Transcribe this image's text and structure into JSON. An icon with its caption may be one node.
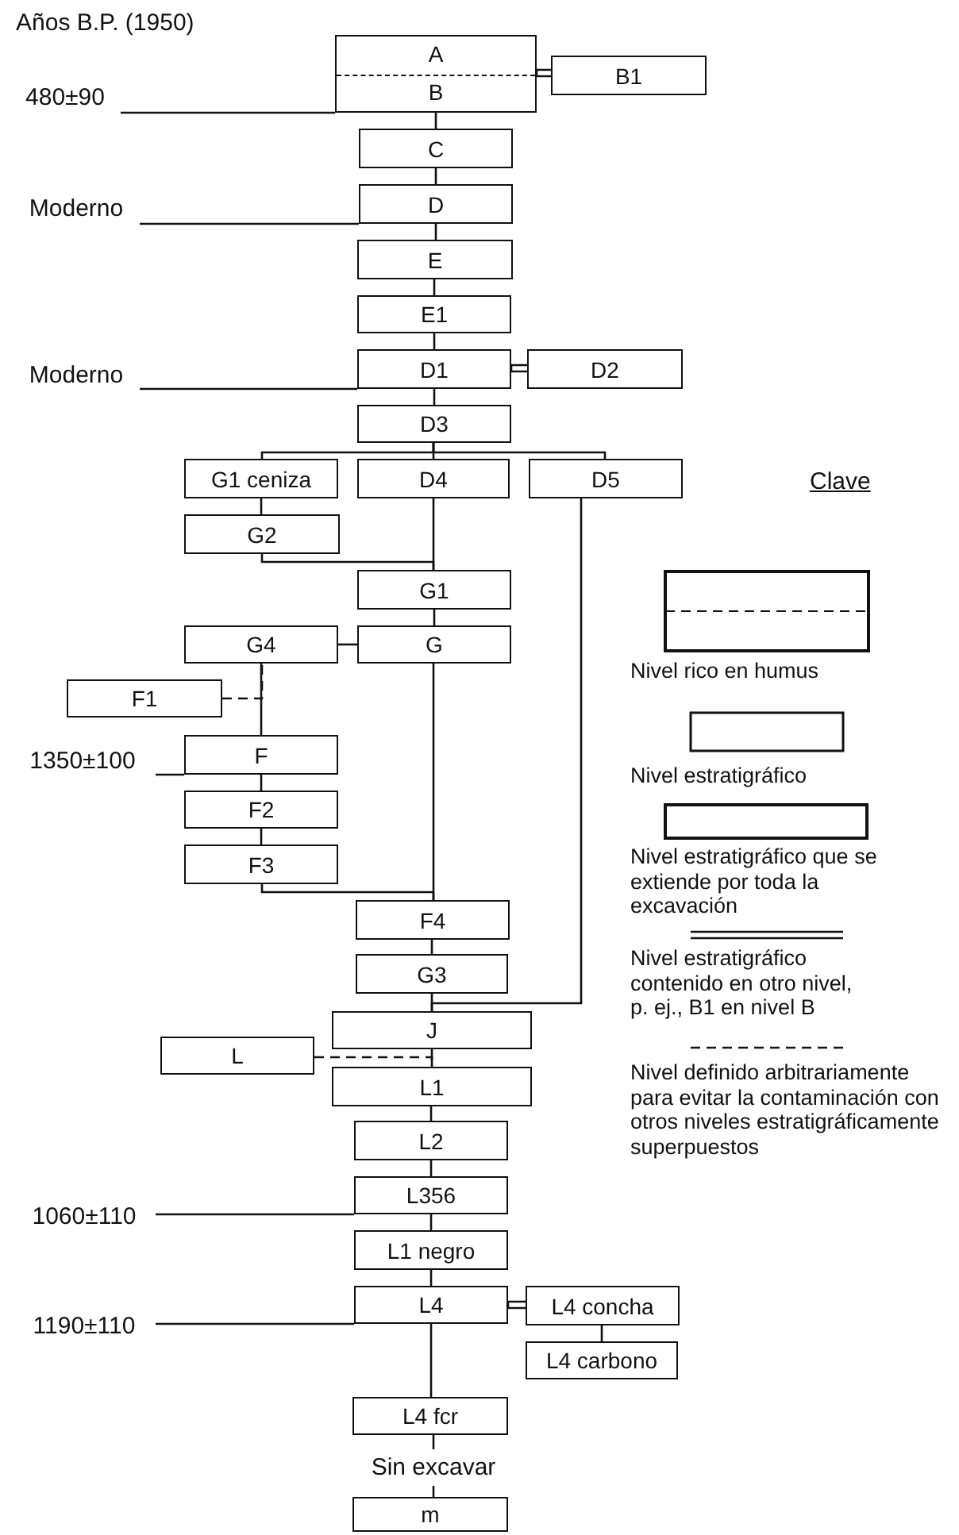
{
  "diagram": {
    "nodes": [
      {
        "text": [
          "A",
          "B"
        ]
      },
      {
        "text": [
          "B1"
        ]
      },
      {
        "text": [
          "C"
        ]
      },
      {
        "text": [
          "D"
        ]
      },
      {
        "text": [
          "E"
        ]
      },
      {
        "text": [
          "E1"
        ]
      },
      {
        "text": [
          "D1"
        ]
      },
      {
        "text": [
          "D2"
        ]
      },
      {
        "text": [
          "D3"
        ]
      },
      {
        "text": [
          "G1 ceniza"
        ]
      },
      {
        "text": [
          "D4"
        ]
      },
      {
        "text": [
          "D5"
        ]
      },
      {
        "text": [
          "G2"
        ]
      },
      {
        "text": [
          "G1"
        ]
      },
      {
        "text": [
          "G4"
        ]
      },
      {
        "text": [
          "G"
        ]
      },
      {
        "text": [
          "F1"
        ]
      },
      {
        "text": [
          "F"
        ]
      },
      {
        "text": [
          "F2"
        ]
      },
      {
        "text": [
          "F3"
        ]
      },
      {
        "text": [
          "F4"
        ]
      },
      {
        "text": [
          "G3"
        ]
      },
      {
        "text": [
          "J"
        ]
      },
      {
        "text": [
          "L"
        ]
      },
      {
        "text": [
          "L1"
        ]
      },
      {
        "text": [
          "L2"
        ]
      },
      {
        "text": [
          "L356"
        ]
      },
      {
        "text": [
          "L1 negro"
        ]
      },
      {
        "text": [
          "L4"
        ]
      },
      {
        "text": [
          "L4 concha"
        ]
      },
      {
        "text": [
          "L4 carbono"
        ]
      },
      {
        "text": [
          "L4 fcr"
        ]
      },
      {
        "text": [
          "Sin excavar"
        ]
      },
      {
        "text": [
          "m"
        ]
      },
      {
        "text": [
          "480±90"
        ]
      },
      {
        "text": [
          "Moderno"
        ]
      },
      {
        "text": [
          "Moderno"
        ]
      },
      {
        "text": [
          "1350±100"
        ]
      },
      {
        "text": [
          "1060±110"
        ]
      },
      {
        "text": [
          "1190±110"
        ]
      }
    ],
    "edges": [
      {
        "from": 0,
        "to": 1,
        "arrow": "none"
      },
      {
        "from": 0,
        "to": 2,
        "arrow": "none"
      },
      {
        "from": 2,
        "to": 3,
        "arrow": "none"
      },
      {
        "from": 3,
        "to": 4,
        "arrow": "none"
      },
      {
        "from": 4,
        "to": 5,
        "arrow": "none"
      },
      {
        "from": 5,
        "to": 6,
        "arrow": "none"
      },
      {
        "from": 6,
        "to": 7,
        "arrow": "none"
      },
      {
        "from": 6,
        "to": 8,
        "arrow": "none"
      },
      {
        "from": 8,
        "to": 9,
        "arrow": "none"
      },
      {
        "from": 8,
        "to": 10,
        "arrow": "none"
      },
      {
        "from": 8,
        "to": 11,
        "arrow": "none"
      },
      {
        "from": 9,
        "to": 12,
        "arrow": "none"
      },
      {
        "from": 12,
        "to": 13,
        "arrow": "none"
      },
      {
        "from": 10,
        "to": 13,
        "arrow": "none"
      },
      {
        "from": 13,
        "to": 15,
        "arrow": "none"
      },
      {
        "from": 15,
        "to": 14,
        "arrow": "none"
      },
      {
        "from": 16,
        "to": 14,
        "arrow": "none",
        "style": "dashed"
      },
      {
        "from": 14,
        "to": 17,
        "arrow": "none"
      },
      {
        "from": 17,
        "to": 18,
        "arrow": "none"
      },
      {
        "from": 18,
        "to": 19,
        "arrow": "none"
      },
      {
        "from": 19,
        "to": 20,
        "arrow": "none"
      },
      {
        "from": 15,
        "to": 20,
        "arrow": "none"
      },
      {
        "from": 20,
        "to": 21,
        "arrow": "none"
      },
      {
        "from": 21,
        "to": 22,
        "arrow": "none"
      },
      {
        "from": 11,
        "to": 22,
        "arrow": "none"
      },
      {
        "from": 22,
        "to": 24,
        "arrow": "none"
      },
      {
        "from": 23,
        "to": 24,
        "arrow": "none",
        "style": "dashed"
      },
      {
        "from": 24,
        "to": 25,
        "arrow": "none"
      },
      {
        "from": 25,
        "to": 26,
        "arrow": "none"
      },
      {
        "from": 26,
        "to": 27,
        "arrow": "none"
      },
      {
        "from": 27,
        "to": 28,
        "arrow": "none"
      },
      {
        "from": 28,
        "to": 29,
        "arrow": "none"
      },
      {
        "from": 29,
        "to": 30,
        "arrow": "none"
      },
      {
        "from": 28,
        "to": 31,
        "arrow": "none"
      },
      {
        "from": 31,
        "to": 32,
        "arrow": "none"
      },
      {
        "from": 32,
        "to": 33,
        "arrow": "none"
      },
      {
        "from": 34,
        "to": 0,
        "arrow": "none"
      },
      {
        "from": 35,
        "to": 3,
        "arrow": "none"
      },
      {
        "from": 36,
        "to": 6,
        "arrow": "none"
      },
      {
        "from": 37,
        "to": 17,
        "arrow": "none"
      },
      {
        "from": 38,
        "to": 26,
        "arrow": "none"
      },
      {
        "from": 39,
        "to": 28,
        "arrow": "none"
      }
    ],
    "labels": [
      "Años B.P. (1950)",
      "Clave"
    ],
    "legend": [
      {
        "text": "Nivel rico en humus"
      },
      {
        "text": "Nivel estratigráfico"
      },
      {
        "text": "Nivel estratigráfico que se extiende por toda la excavación"
      },
      {
        "text": "Nivel estratigráfico contenido en otro nivel, p. ej., B1 en nivel B"
      },
      {
        "text": "Nivel definido arbitrariamente para evitar la contaminación con otros niveles estratigráficamente superpuestos"
      }
    ]
  }
}
